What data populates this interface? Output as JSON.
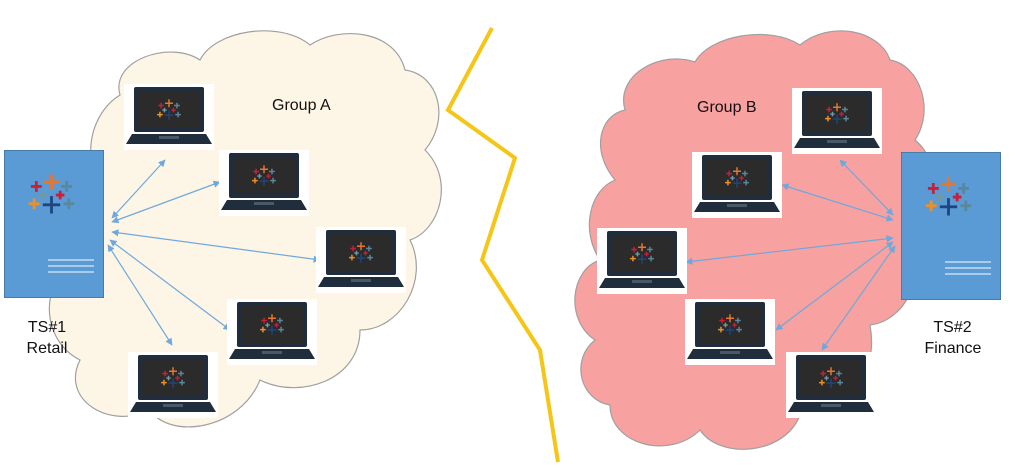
{
  "diagram": {
    "group_a": {
      "label": "Group A",
      "cloud_color": "#fdf6e6"
    },
    "group_b": {
      "label": "Group B",
      "cloud_color": "#f7a1a1"
    },
    "server_1": {
      "name": "TS#1",
      "role": "Retail",
      "color": "#5b9bd5"
    },
    "server_2": {
      "name": "TS#2",
      "role": "Finance",
      "color": "#5b9bd5"
    },
    "lightning_color": "#f5c518",
    "connector_color": "#6fa8dc"
  }
}
